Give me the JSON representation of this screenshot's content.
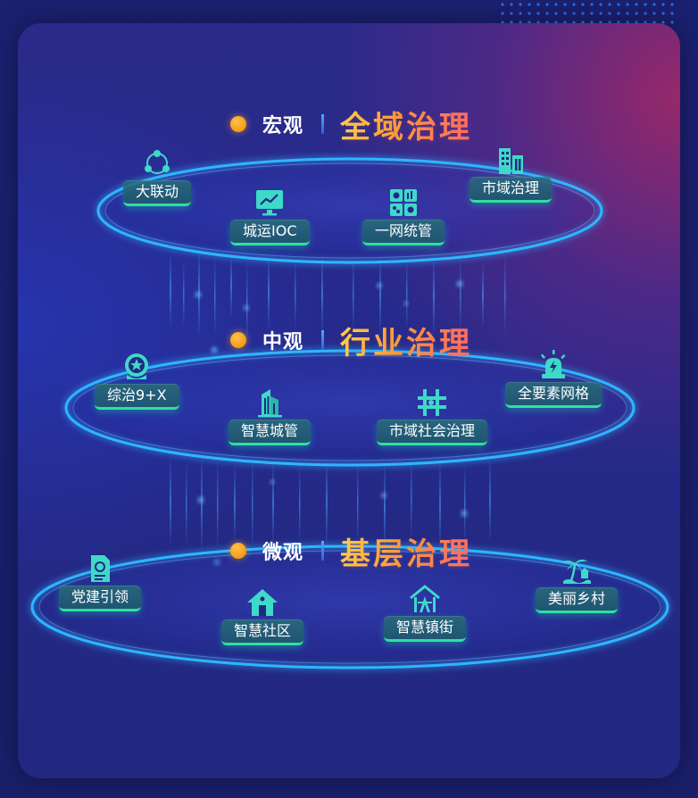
{
  "colors": {
    "accent_orange": "#f59a14",
    "tag_green": "#2fe0a0",
    "ring_blue": "#2fb6ff",
    "headline_gradient": [
      "#ffd44a",
      "#ff9a3a",
      "#ff6a6a"
    ]
  },
  "layers": [
    {
      "scope": "宏观",
      "headline": "全域治理",
      "nodes": [
        {
          "label": "大联动",
          "icon": "network-nodes-icon"
        },
        {
          "label": "城运IOC",
          "icon": "monitor-chart-icon"
        },
        {
          "label": "一网统管",
          "icon": "dashboard-grid-icon"
        },
        {
          "label": "市域治理",
          "icon": "city-buildings-icon"
        }
      ]
    },
    {
      "scope": "中观",
      "headline": "行业治理",
      "nodes": [
        {
          "label": "综治9+X",
          "icon": "police-emblem-icon"
        },
        {
          "label": "智慧城管",
          "icon": "office-building-icon"
        },
        {
          "label": "市域社会治理",
          "icon": "grid-hash-icon"
        },
        {
          "label": "全要素网格",
          "icon": "alarm-light-icon"
        }
      ]
    },
    {
      "scope": "微观",
      "headline": "基层治理",
      "nodes": [
        {
          "label": "党建引领",
          "icon": "party-document-icon"
        },
        {
          "label": "智慧社区",
          "icon": "house-icon"
        },
        {
          "label": "智慧镇街",
          "icon": "town-gate-icon"
        },
        {
          "label": "美丽乡村",
          "icon": "palm-island-icon"
        }
      ]
    }
  ]
}
